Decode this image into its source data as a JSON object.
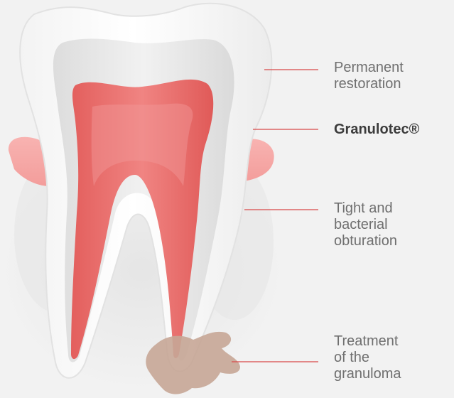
{
  "diagram": {
    "labels": {
      "permanent_restoration": [
        "Permanent",
        "restoration"
      ],
      "granulotec": "Granulotec®",
      "obturation": [
        "Tight and",
        "bacterial",
        "obturation"
      ],
      "granuloma": [
        "Treatment",
        "of the",
        "granuloma"
      ]
    },
    "colors": {
      "background": "#f2f2f2",
      "enamel": "#ffffff",
      "dentin": "#e6e6e6",
      "pulp": "#e8706e",
      "gum": "#f6a8a6",
      "leader_line": "#d94a4a",
      "granuloma": "#c9a99b"
    }
  }
}
